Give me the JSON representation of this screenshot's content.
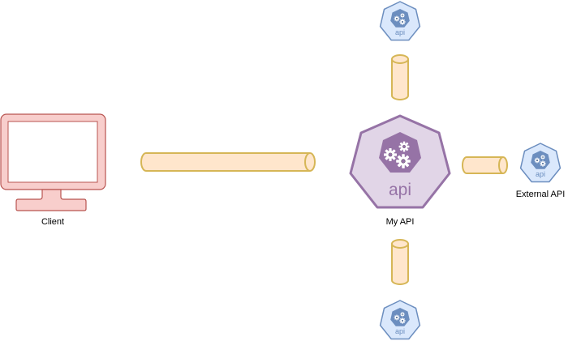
{
  "diagram": {
    "labels": {
      "client": "Client",
      "my_api": "My API",
      "external_api": "External API"
    },
    "badges": {
      "main": "api",
      "top": "api",
      "external": "api",
      "bottom": "api"
    },
    "icons": {
      "client": "monitor-icon",
      "api_node": "heptagon-gears-icon",
      "pipe": "cylinder-pipe-icon"
    },
    "colors": {
      "client_fill": "#f8cecc",
      "client_stroke": "#b85450",
      "pipe_fill": "#ffe6cc",
      "pipe_stroke": "#d6b656",
      "main_api_fill": "#e1d5e7",
      "main_api_stroke": "#9673a6",
      "main_api_accent": "#9673a6",
      "small_api_fill": "#dae8fc",
      "small_api_stroke": "#6c8ebf",
      "small_api_accent": "#6c8ebf"
    }
  }
}
